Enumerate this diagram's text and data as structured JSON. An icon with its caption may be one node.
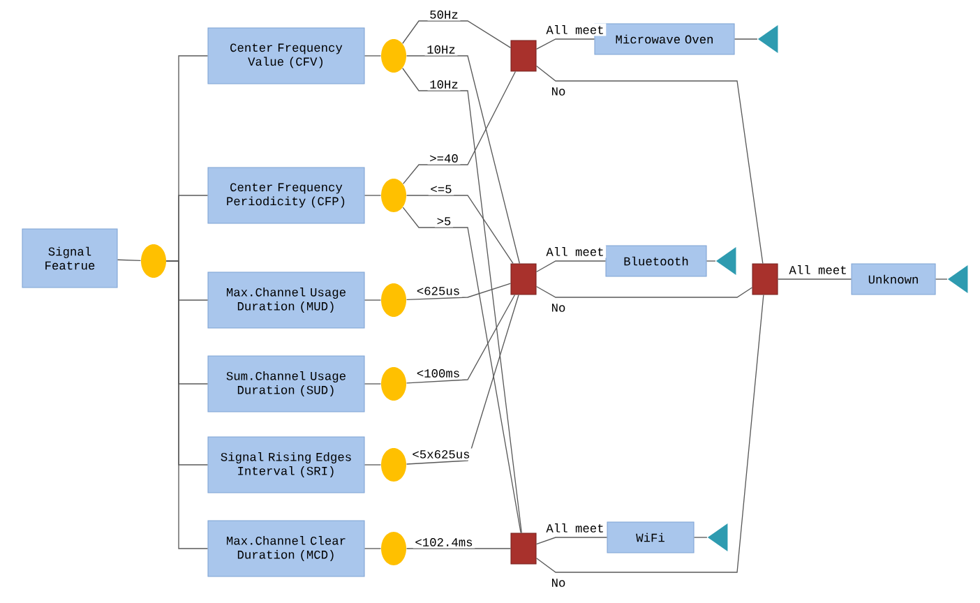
{
  "diagram": {
    "nodes": [
      {
        "text": [
          "Signal Featrue"
        ]
      },
      {
        "text": [],
        "shape": "circle"
      },
      {
        "text": [
          "Center Frequency Value (CFV)"
        ]
      },
      {
        "text": [
          "Center Frequency Periodicity (CFP)"
        ]
      },
      {
        "text": [
          "Max.Channel Usage Duration (MUD)"
        ]
      },
      {
        "text": [
          "Sum.Channel Usage Duration (SUD)"
        ]
      },
      {
        "text": [
          "Signal Rising Edges Interval (SRI)"
        ]
      },
      {
        "text": [
          "Max.Channel Clear Duration (MCD)"
        ]
      },
      {
        "text": [],
        "shape": "circle"
      },
      {
        "text": [],
        "shape": "circle"
      },
      {
        "text": [],
        "shape": "circle"
      },
      {
        "text": [],
        "shape": "circle"
      },
      {
        "text": [],
        "shape": "circle"
      },
      {
        "text": [],
        "shape": "circle"
      },
      {
        "text": [],
        "shape": "box"
      },
      {
        "text": [
          "Microwave Oven"
        ]
      },
      {
        "text": [],
        "shape": "triangle"
      },
      {
        "text": [],
        "shape": "box"
      },
      {
        "text": [
          "Bluetooth"
        ]
      },
      {
        "text": [],
        "shape": "triangle"
      },
      {
        "text": [],
        "shape": "box"
      },
      {
        "text": [
          "Unknown"
        ]
      },
      {
        "text": [],
        "shape": "triangle"
      },
      {
        "text": [],
        "shape": "box"
      },
      {
        "text": [
          "WiFi"
        ]
      },
      {
        "text": [],
        "shape": "triangle"
      }
    ],
    "edges": [
      {
        "from": 0,
        "to": 1,
        "arrow": "none"
      },
      {
        "from": 1,
        "to": 2,
        "arrow": "none"
      },
      {
        "from": 1,
        "to": 3,
        "arrow": "none"
      },
      {
        "from": 1,
        "to": 4,
        "arrow": "none"
      },
      {
        "from": 1,
        "to": 5,
        "arrow": "none"
      },
      {
        "from": 1,
        "to": 6,
        "arrow": "none"
      },
      {
        "from": 1,
        "to": 7,
        "arrow": "none"
      },
      {
        "from": 2,
        "to": 8,
        "arrow": "none"
      },
      {
        "from": 3,
        "to": 9,
        "arrow": "none"
      },
      {
        "from": 4,
        "to": 10,
        "arrow": "none"
      },
      {
        "from": 5,
        "to": 11,
        "arrow": "none"
      },
      {
        "from": 6,
        "to": 12,
        "arrow": "none"
      },
      {
        "from": 7,
        "to": 13,
        "arrow": "none"
      },
      {
        "from": 8,
        "to": 14,
        "arrow": "none",
        "label": "50Hz"
      },
      {
        "from": 8,
        "to": 17,
        "arrow": "none",
        "label": "10Hz"
      },
      {
        "from": 8,
        "to": 23,
        "arrow": "none",
        "label": "10Hz"
      },
      {
        "from": 9,
        "to": 14,
        "arrow": "none",
        "label": ">=40"
      },
      {
        "from": 9,
        "to": 17,
        "arrow": "none",
        "label": "<=5"
      },
      {
        "from": 9,
        "to": 23,
        "arrow": "none",
        "label": ">5"
      },
      {
        "from": 10,
        "to": 17,
        "arrow": "none",
        "label": "<625us"
      },
      {
        "from": 11,
        "to": 17,
        "arrow": "none",
        "label": "<100ms"
      },
      {
        "from": 12,
        "to": 17,
        "arrow": "none",
        "label": "<5x625us"
      },
      {
        "from": 13,
        "to": 23,
        "arrow": "none",
        "label": "<102.4ms"
      },
      {
        "from": 14,
        "to": 15,
        "arrow": "none",
        "label": "All meet"
      },
      {
        "from": 14,
        "to": 20,
        "arrow": "none",
        "label": "No"
      },
      {
        "from": 17,
        "to": 18,
        "arrow": "none",
        "label": "All meet"
      },
      {
        "from": 17,
        "to": 20,
        "arrow": "none",
        "label": "No"
      },
      {
        "from": 23,
        "to": 24,
        "arrow": "none",
        "label": "All meet"
      },
      {
        "from": 23,
        "to": 20,
        "arrow": "none",
        "label": "No"
      },
      {
        "from": 20,
        "to": 21,
        "arrow": "none",
        "label": "All meet"
      },
      {
        "from": 15,
        "to": 16,
        "arrow": "none"
      },
      {
        "from": 18,
        "to": 19,
        "arrow": "none"
      },
      {
        "from": 24,
        "to": 25,
        "arrow": "none"
      },
      {
        "from": 21,
        "to": 22,
        "arrow": "none"
      }
    ]
  }
}
